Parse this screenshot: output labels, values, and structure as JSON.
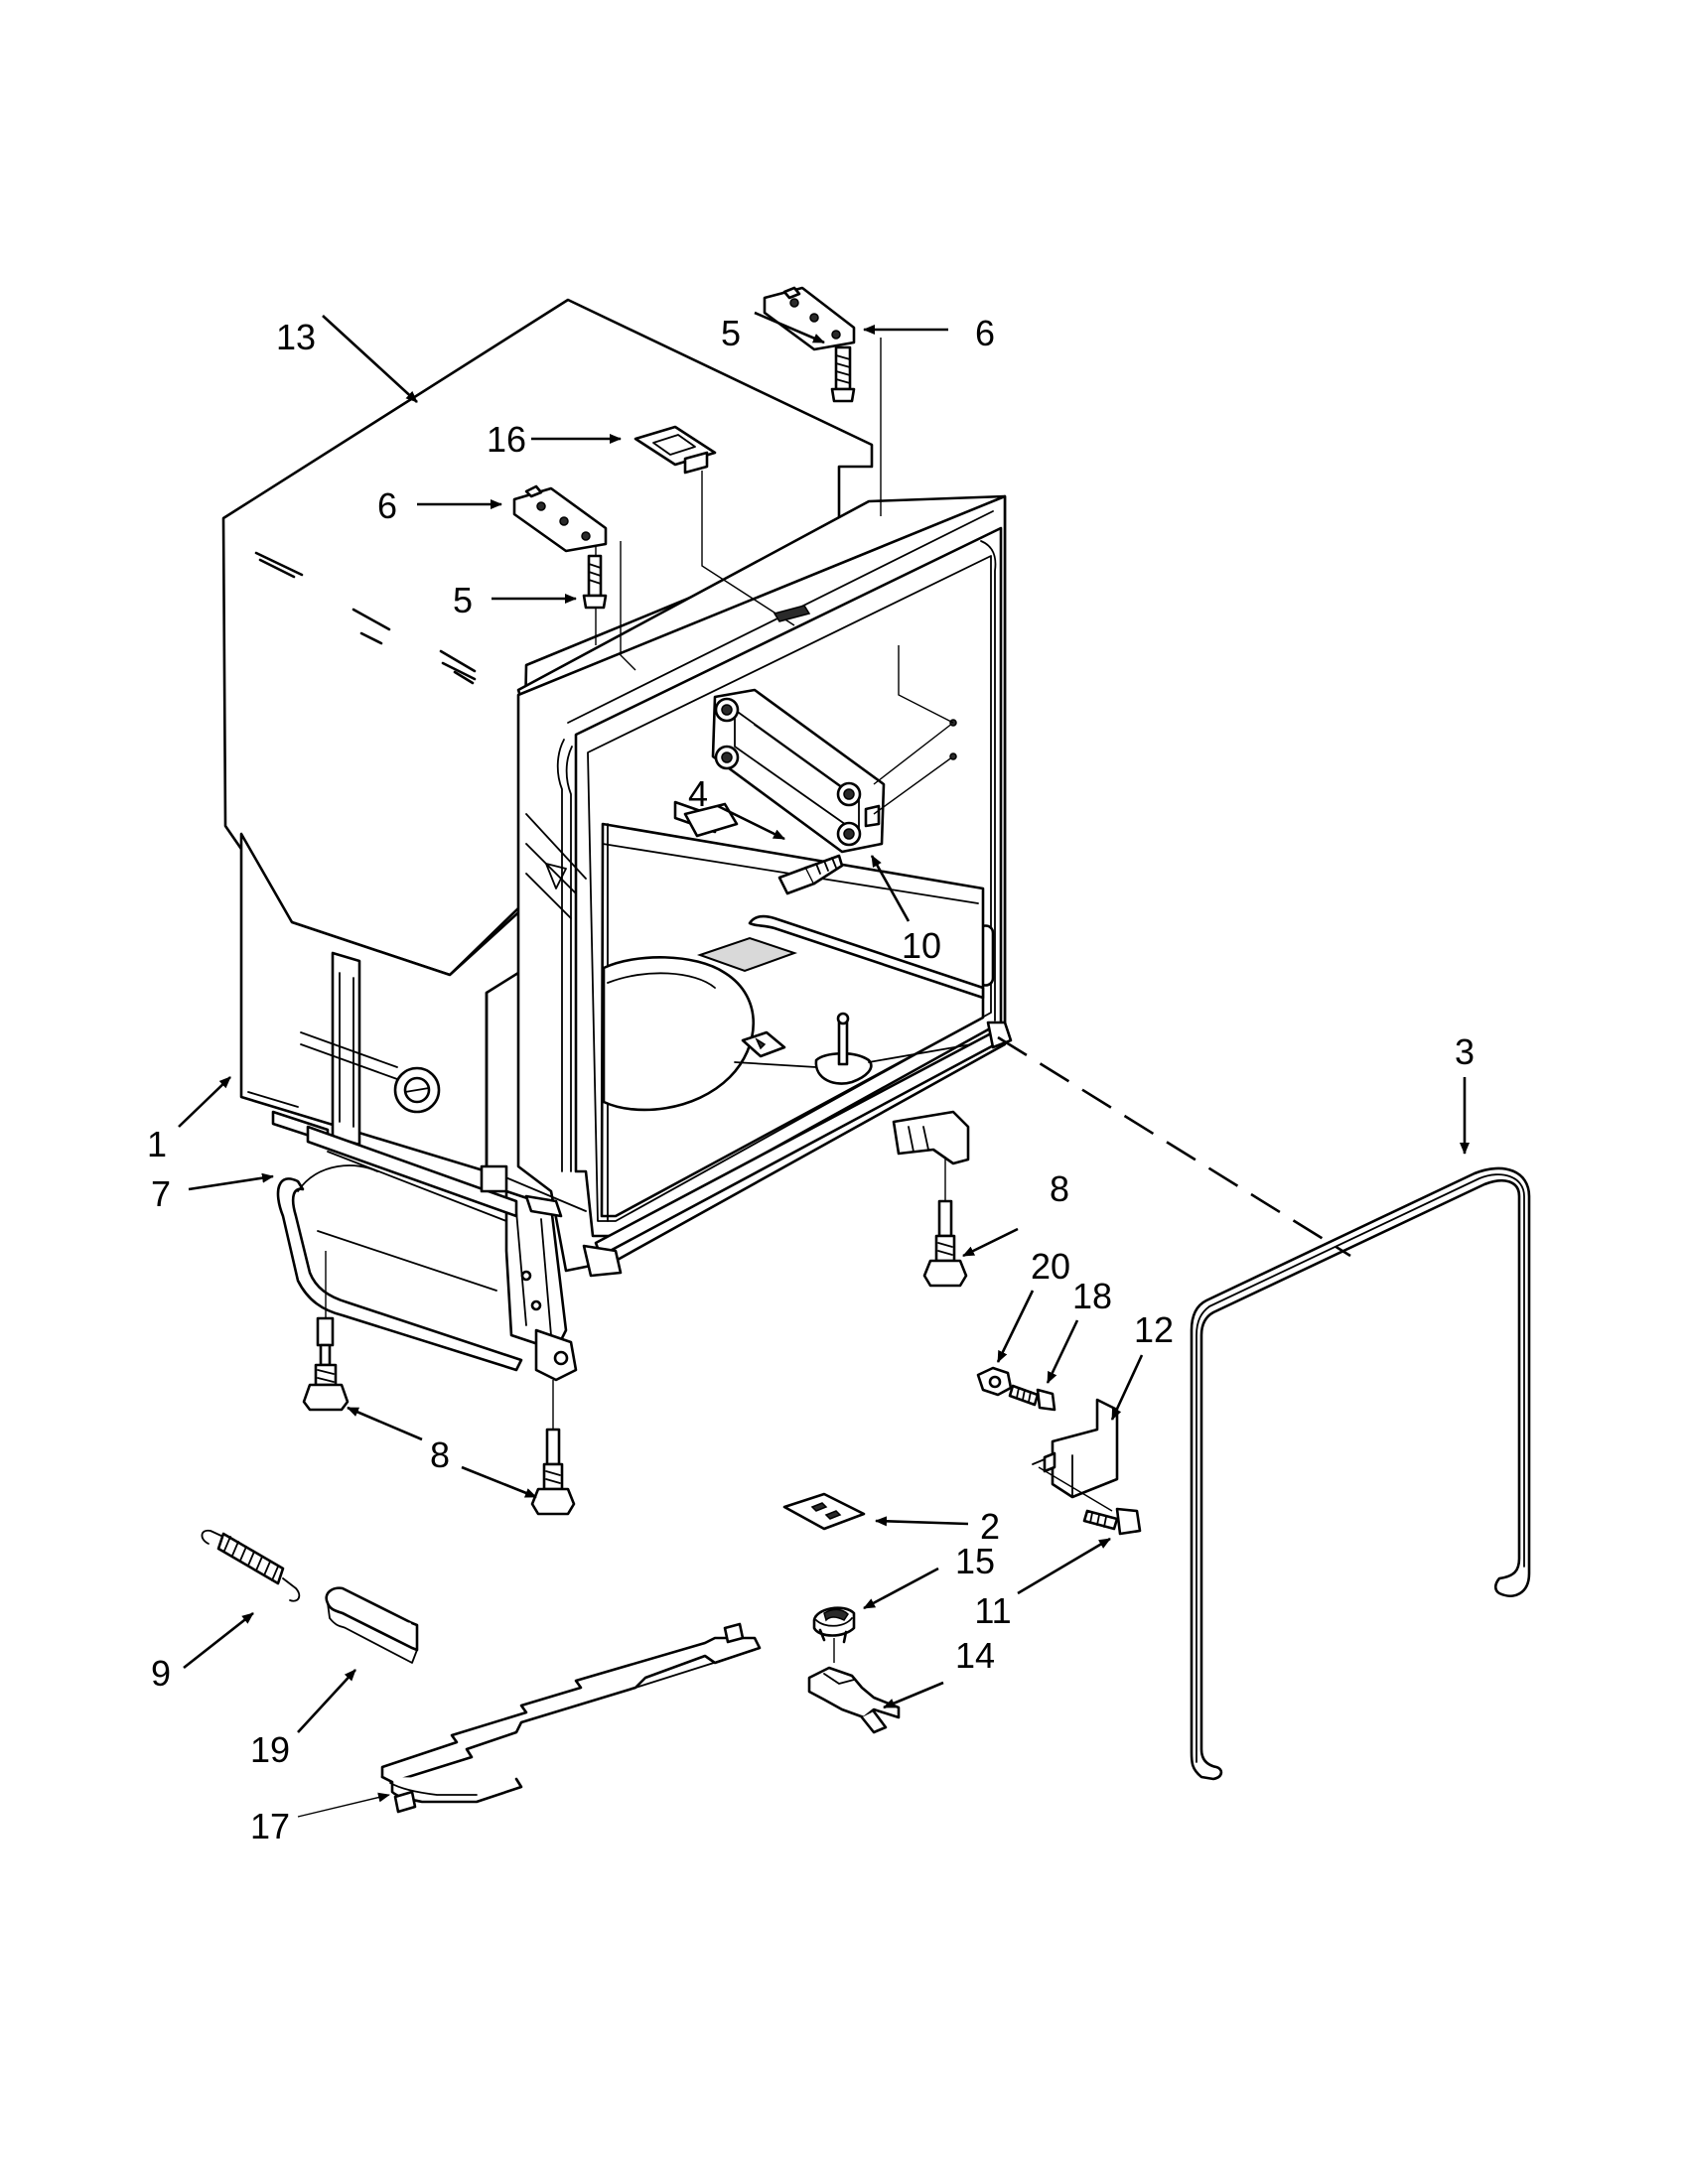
{
  "callouts": [
    {
      "id": "13",
      "label": "13"
    },
    {
      "id": "5a",
      "label": "5"
    },
    {
      "id": "6a",
      "label": "6"
    },
    {
      "id": "16",
      "label": "16"
    },
    {
      "id": "6b",
      "label": "6"
    },
    {
      "id": "5b",
      "label": "5"
    },
    {
      "id": "4",
      "label": "4"
    },
    {
      "id": "10",
      "label": "10"
    },
    {
      "id": "3",
      "label": "3"
    },
    {
      "id": "1",
      "label": "1"
    },
    {
      "id": "7",
      "label": "7"
    },
    {
      "id": "8a",
      "label": "8"
    },
    {
      "id": "20",
      "label": "20"
    },
    {
      "id": "18",
      "label": "18"
    },
    {
      "id": "12",
      "label": "12"
    },
    {
      "id": "8b",
      "label": "8"
    },
    {
      "id": "2",
      "label": "2"
    },
    {
      "id": "15",
      "label": "15"
    },
    {
      "id": "11",
      "label": "11"
    },
    {
      "id": "14",
      "label": "14"
    },
    {
      "id": "9",
      "label": "9"
    },
    {
      "id": "19",
      "label": "19"
    },
    {
      "id": "17",
      "label": "17"
    }
  ]
}
